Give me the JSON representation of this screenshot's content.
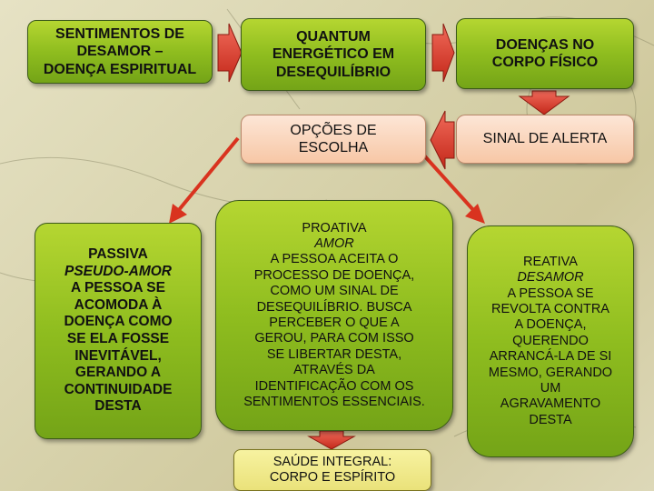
{
  "boxes": {
    "sentimentos": [
      "SENTIMENTOS DE",
      "DESAMOR –",
      "DOENÇA ESPIRITUAL"
    ],
    "quantum": [
      "QUANTUM",
      "ENERGÉTICO EM",
      "DESEQUILÍBRIO"
    ],
    "doencas": [
      "DOENÇAS NO",
      "CORPO FÍSICO"
    ],
    "opcoes": [
      "OPÇÕES DE",
      "ESCOLHA"
    ],
    "sinal": [
      "SINAL DE ALERTA"
    ],
    "passiva": [
      "PASSIVA",
      "PSEUDO-AMOR",
      "A  PESSOA SE",
      "ACOMODA À",
      "DOENÇA COMO",
      "SE ELA FOSSE",
      "INEVITÁVEL,",
      "GERANDO A",
      "CONTINUIDADE",
      "DESTA"
    ],
    "proativa": [
      "PROATIVA",
      "AMOR",
      "A PESSOA ACEITA O",
      "PROCESSO DE DOENÇA,",
      "COMO UM SINAL DE",
      "DESEQUILÍBRIO. BUSCA",
      "PERCEBER O QUE A",
      "GEROU, PARA COM ISSO",
      "SE LIBERTAR DESTA,",
      "ATRAVÉS DA",
      "IDENTIFICAÇÃO COM OS",
      "SENTIMENTOS ESSENCIAIS."
    ],
    "reativa": [
      "REATIVA",
      "DESAMOR",
      "A PESSOA SE",
      "REVOLTA CONTRA",
      "A DOENÇA,",
      "QUERENDO",
      "ARRANCÁ-LA DE SI",
      "MESMO, GERANDO",
      "UM",
      "AGRAVAMENTO",
      "DESTA"
    ],
    "saude": [
      "SAÚDE  INTEGRAL:",
      "CORPO E ESPÍRITO"
    ]
  },
  "colors": {
    "green": "#8fbd1f",
    "orange": "#f7c7a6",
    "yellow": "#eae27a",
    "arrow": "#e03a2a"
  }
}
